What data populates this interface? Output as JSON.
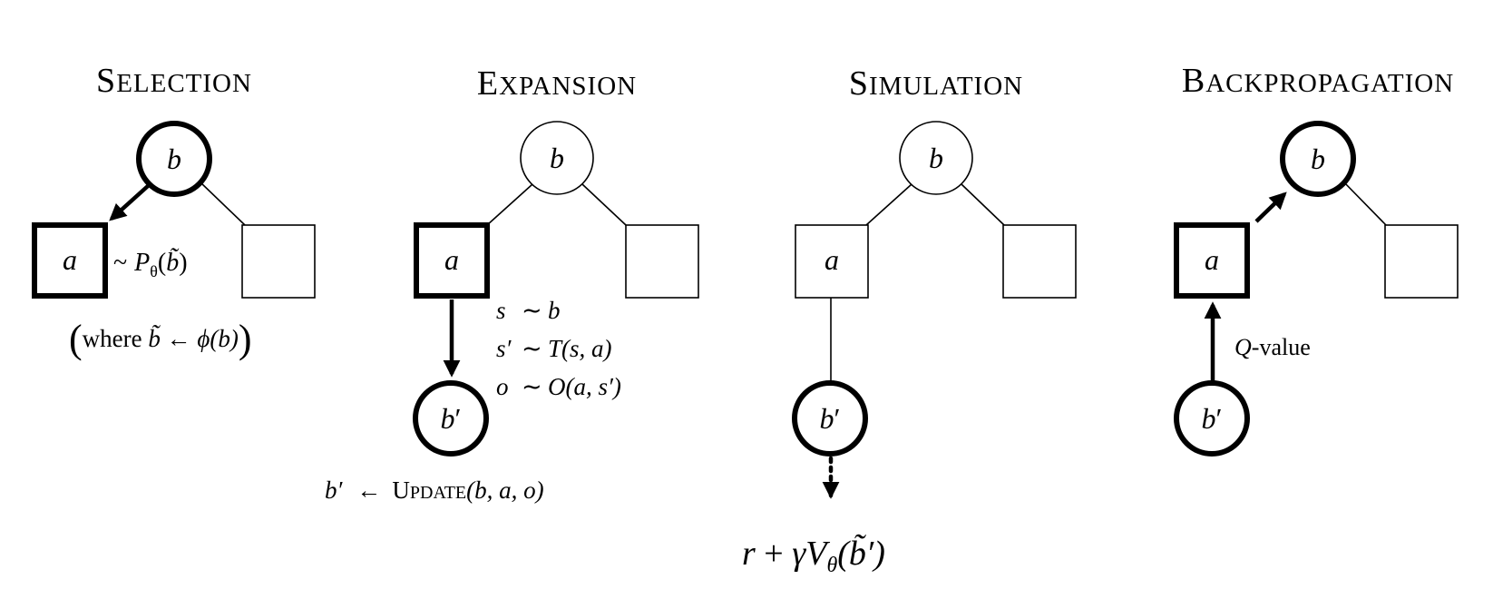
{
  "panels": [
    {
      "title_initial": "S",
      "title_rest": "ELECTION"
    },
    {
      "title_initial": "E",
      "title_rest": "XPANSION"
    },
    {
      "title_initial": "S",
      "title_rest": "IMULATION"
    },
    {
      "title_initial": "B",
      "title_rest": "ACKPROPAGATION"
    }
  ],
  "nodes": {
    "belief": "b",
    "action": "a",
    "next_belief_base": "b",
    "prime": "′"
  },
  "selection": {
    "sample_tilde": "~",
    "policy_P": "P",
    "policy_sub": "θ",
    "paren_open": "(",
    "policy_arg": "b̃",
    "paren_close": ")",
    "where_open": "(",
    "where_word": "where ",
    "where_btilde": "b̃",
    "where_arrow": " ← ",
    "where_phi": "ϕ",
    "where_arg": "(b)",
    "where_close": ")"
  },
  "expansion": {
    "lines": [
      {
        "lhs": "s",
        "op": "∼",
        "rhs": "b"
      },
      {
        "lhs": "s′",
        "op": "∼",
        "rhs": "T(s, a)"
      },
      {
        "lhs": "o",
        "op": "∼",
        "rhs": "O(a, s′)"
      }
    ],
    "update_lhs": "b′",
    "update_arrow": "←",
    "update_U": "U",
    "update_rest": "PDATE",
    "update_args": "(b, a, o)"
  },
  "simulation": {
    "r": "r",
    "plus": " + ",
    "gamma": "γ",
    "V": "V",
    "V_sub": "θ",
    "arg": "(b̃′)"
  },
  "backpropagation": {
    "q_var": "Q",
    "q_rest": "-value"
  }
}
